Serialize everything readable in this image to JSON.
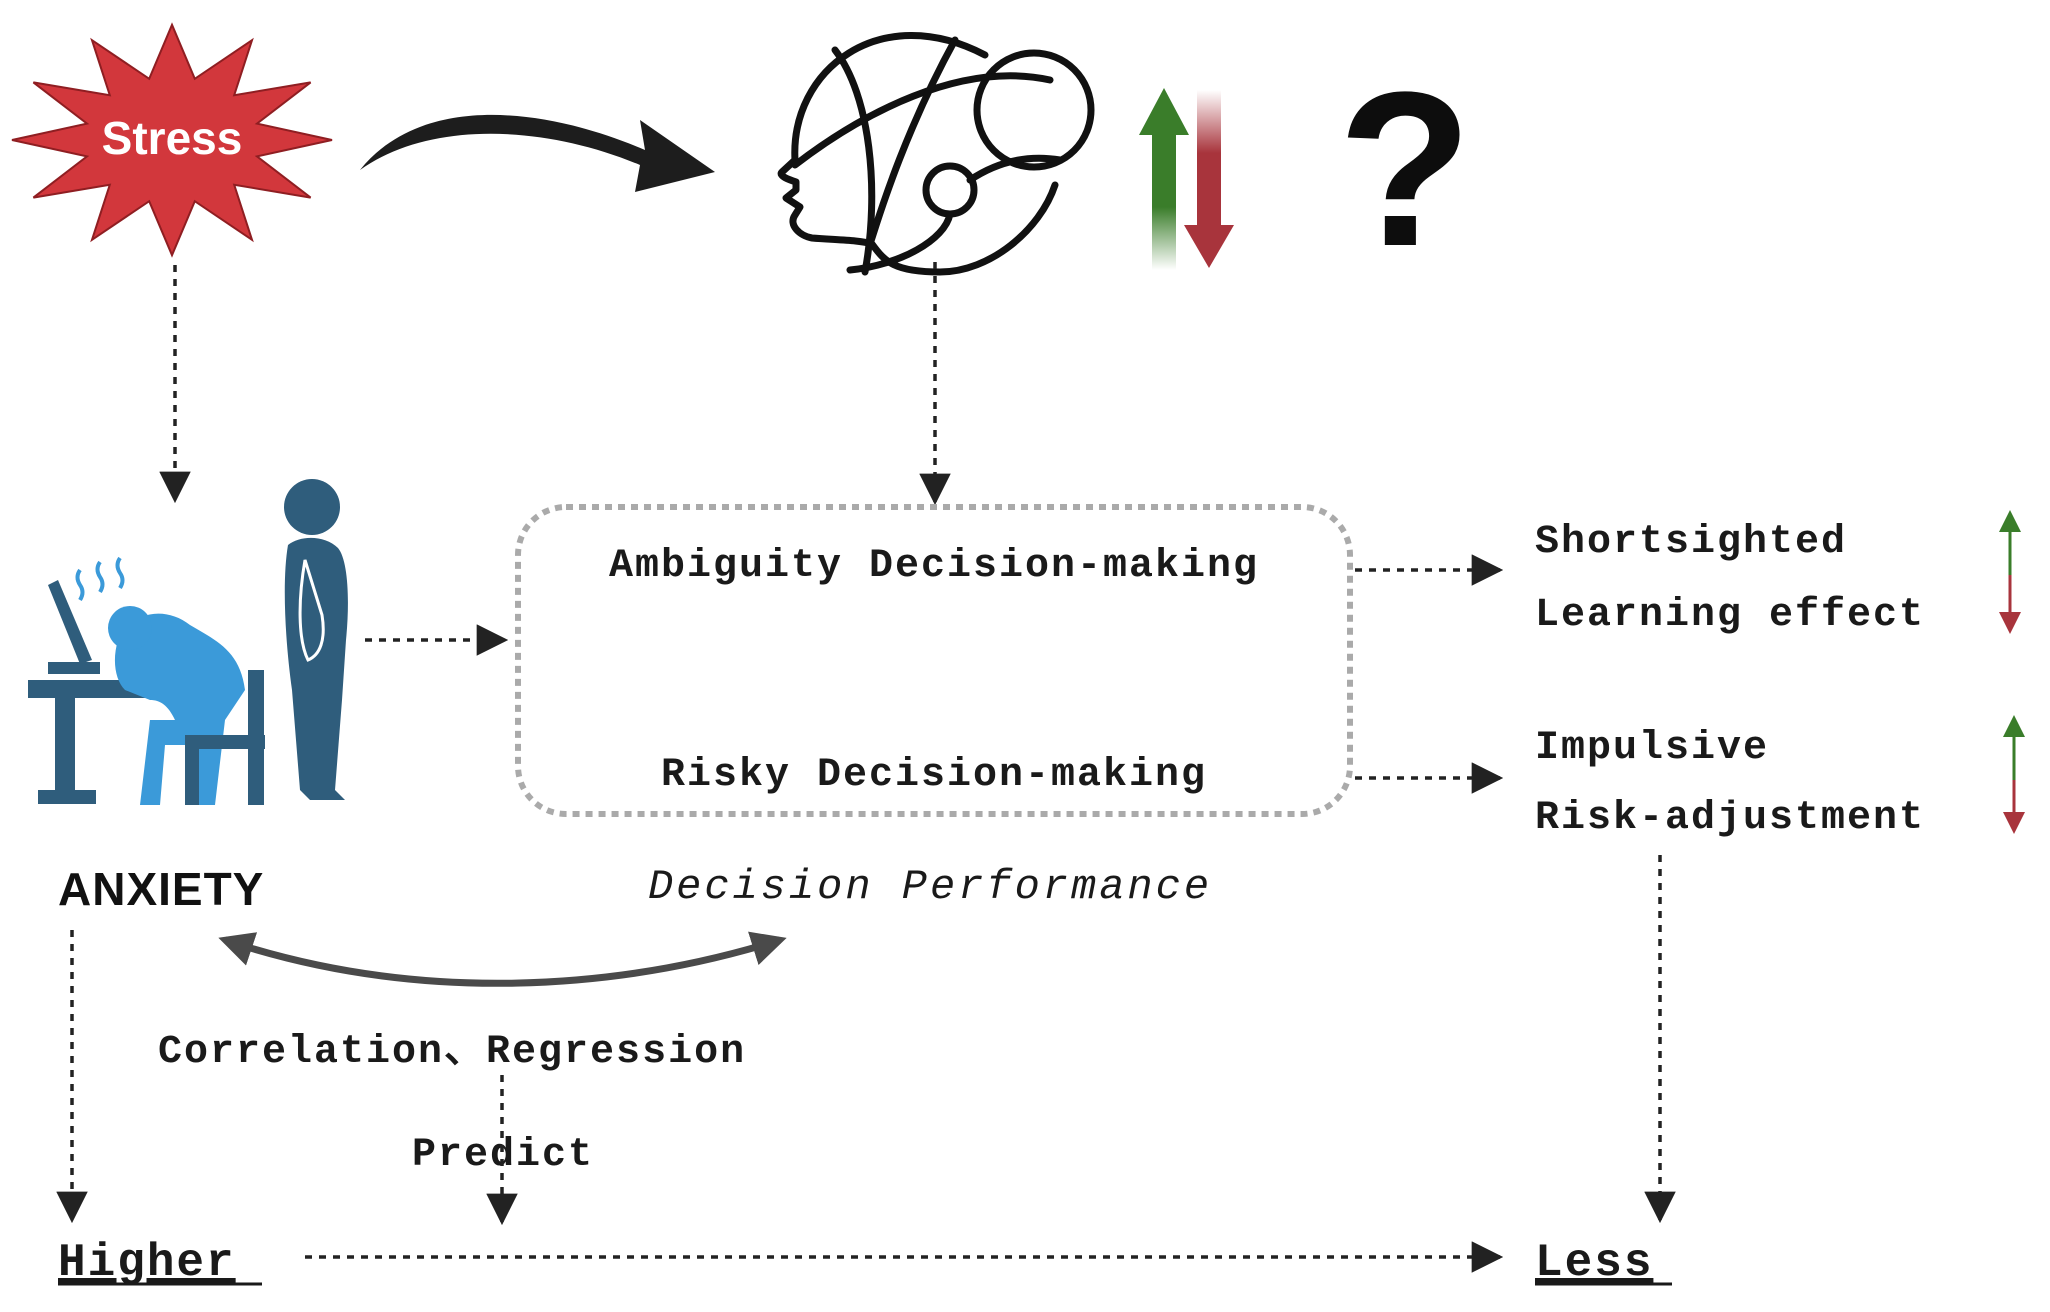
{
  "stress_label": "Stress",
  "anxiety_label": "ANXIETY",
  "question_mark": "?",
  "decision_box": {
    "ambiguity": "Ambiguity Decision-making",
    "risky": "Risky Decision-making",
    "caption": "Decision Performance"
  },
  "outcomes": {
    "ambiguity": {
      "up": "Shortsighted",
      "down": "Learning effect"
    },
    "risky": {
      "up": "Impulsive",
      "down": "Risk-adjustment"
    }
  },
  "analysis": {
    "methods": "Correlation、Regression",
    "predict": "Predict"
  },
  "conclusion": {
    "higher": "Higher",
    "less": "Less"
  },
  "colors": {
    "stress_fill": "#d2373c",
    "up_arrow": "#3a7d2a",
    "down_arrow": "#a8343c",
    "figure_dark": "#2f5d7c",
    "figure_light": "#3b9ad9",
    "box_border": "#aaaaaa"
  },
  "icons": [
    "stress-starburst",
    "brain-head-icon",
    "up-down-arrows-icon",
    "question-mark-icon",
    "anxious-person-icon",
    "standing-person-icon"
  ]
}
